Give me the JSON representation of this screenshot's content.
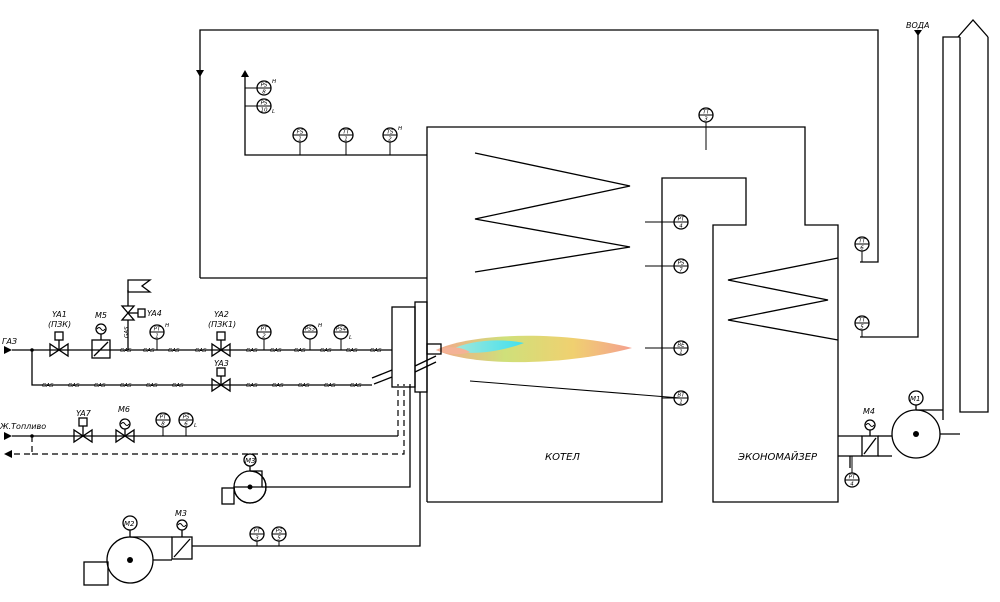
{
  "labels": {
    "gas": "ГАЗ",
    "liquid_fuel": "Ж.Топливо",
    "water": "ВОДА",
    "boiler": "КОТЕЛ",
    "economizer": "ЭКОНОМАЙЗЕР",
    "gas_line_marker": "GAS"
  },
  "valves": {
    "ya1": {
      "tag": "YA1",
      "sub": "(ПЗК)"
    },
    "ya2": {
      "tag": "YA2",
      "sub": "(ПЗК1)"
    },
    "ya3": {
      "tag": "YA3"
    },
    "ya4": {
      "tag": "YA4"
    },
    "ya7": {
      "tag": "YA7"
    }
  },
  "motors": {
    "m1": "M1",
    "m2": "M2",
    "m3a": "M3",
    "m3b": "M3",
    "m4": "M4",
    "m5": "M5",
    "m6": "M6"
  },
  "instruments": {
    "ps8": {
      "top": "PS",
      "bot": "8",
      "mark": "H"
    },
    "ps10": {
      "top": "PS",
      "bot": "10",
      "mark": "L"
    },
    "fs1": {
      "top": "FS",
      "bot": "1"
    },
    "tt1": {
      "top": "TT",
      "bot": "1"
    },
    "ts2": {
      "top": "TS",
      "bot": "2",
      "mark": "H"
    },
    "tt3": {
      "top": "TT",
      "bot": "3"
    },
    "pt4": {
      "top": "PT",
      "bot": "4"
    },
    "ps7": {
      "top": "PS",
      "bot": "7"
    },
    "be1": {
      "top": "BE",
      "bot": "1"
    },
    "bt1": {
      "top": "BT",
      "bot": "1"
    },
    "tt6": {
      "top": "TT",
      "bot": "6"
    },
    "tt5": {
      "top": "TT",
      "bot": "5"
    },
    "pt4b": {
      "top": "PT",
      "bot": "4"
    },
    "pt1": {
      "top": "PT",
      "bot": "1",
      "mark": "H"
    },
    "pt2": {
      "top": "PT",
      "bot": "2"
    },
    "ps3": {
      "top": "PS3",
      "bot": "",
      "mark": "H"
    },
    "ps4": {
      "top": "PS4",
      "bot": "",
      "mark": "L"
    },
    "pt8": {
      "top": "PT",
      "bot": "8"
    },
    "ps6": {
      "top": "PS",
      "bot": "6",
      "mark": "L"
    },
    "pt3": {
      "top": "PT",
      "bot": "3"
    },
    "ps5": {
      "top": "PS",
      "bot": "5"
    }
  }
}
